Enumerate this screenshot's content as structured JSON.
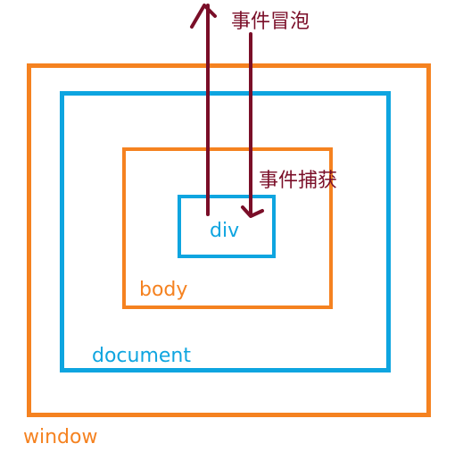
{
  "layers": {
    "window": {
      "label": "window",
      "color": "#f58220"
    },
    "document": {
      "label": "document",
      "color": "#0ea5e0"
    },
    "body": {
      "label": "body",
      "color": "#f58220"
    },
    "div": {
      "label": "div",
      "color": "#0ea5e0"
    }
  },
  "arrows": {
    "bubbling": {
      "label": "事件冒泡",
      "color": "#7a0e28",
      "direction": "up"
    },
    "capturing": {
      "label": "事件捕获",
      "color": "#7a0e28",
      "direction": "down"
    }
  }
}
